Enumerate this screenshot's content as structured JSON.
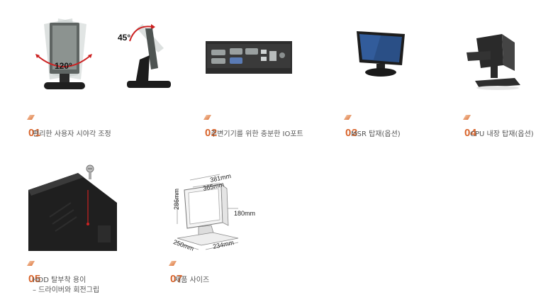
{
  "features": [
    {
      "num": "01",
      "caption": "편리한 사용자 시야각 조정",
      "angle_front": "120°",
      "angle_side": "45°"
    },
    {
      "num": "02",
      "caption": "주변기기를 위한 충분한 IO포트"
    },
    {
      "num": "03",
      "caption": "MSR 탑재(옵션)"
    },
    {
      "num": "04",
      "caption": "CPU 내장 탑재(옵션)"
    },
    {
      "num": "05",
      "caption_line1": "HDD 탈부착 용이",
      "caption_line2": "– 드라이버와 회전그립"
    },
    {
      "num": "07",
      "caption": "제품 사이즈",
      "dims": {
        "width_outer": "381mm",
        "width_inner": "365mm",
        "height": "286mm",
        "depth": "180mm",
        "base_w": "250mm",
        "base_d": "234mm"
      }
    }
  ],
  "colors": {
    "accent": "#d8632a",
    "caption": "#555555"
  }
}
